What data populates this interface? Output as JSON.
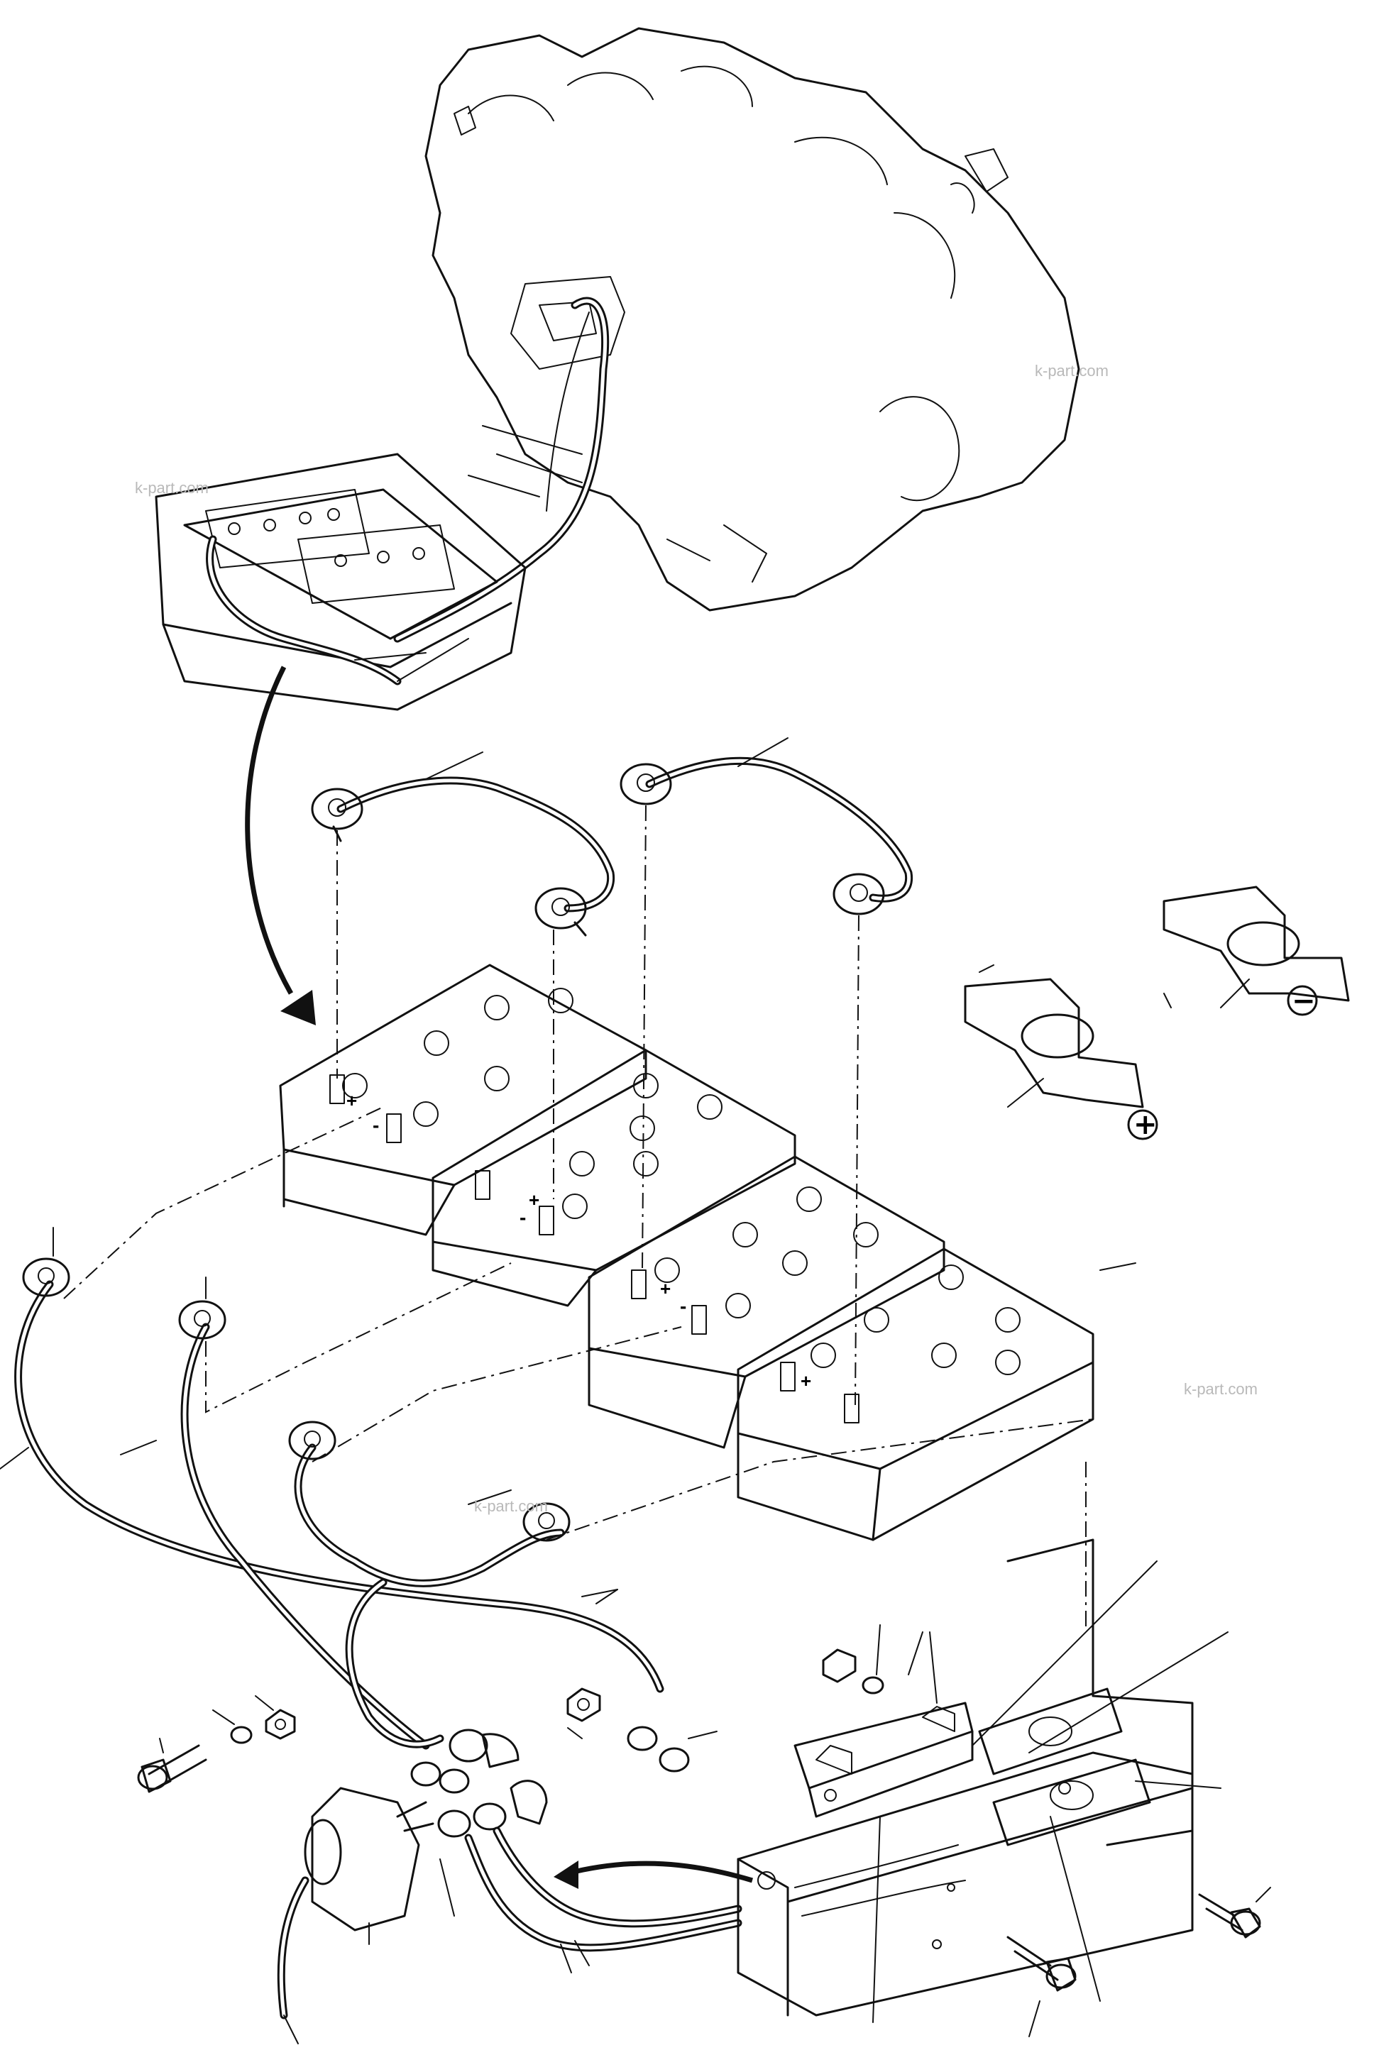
{
  "watermarks": [
    "k-part.com",
    "k-part.com",
    "k-part.com",
    "k-part.com"
  ],
  "polarity": {
    "positive": "+",
    "negative": "−"
  },
  "post_marks": {
    "pos": "+",
    "neg": "-"
  }
}
